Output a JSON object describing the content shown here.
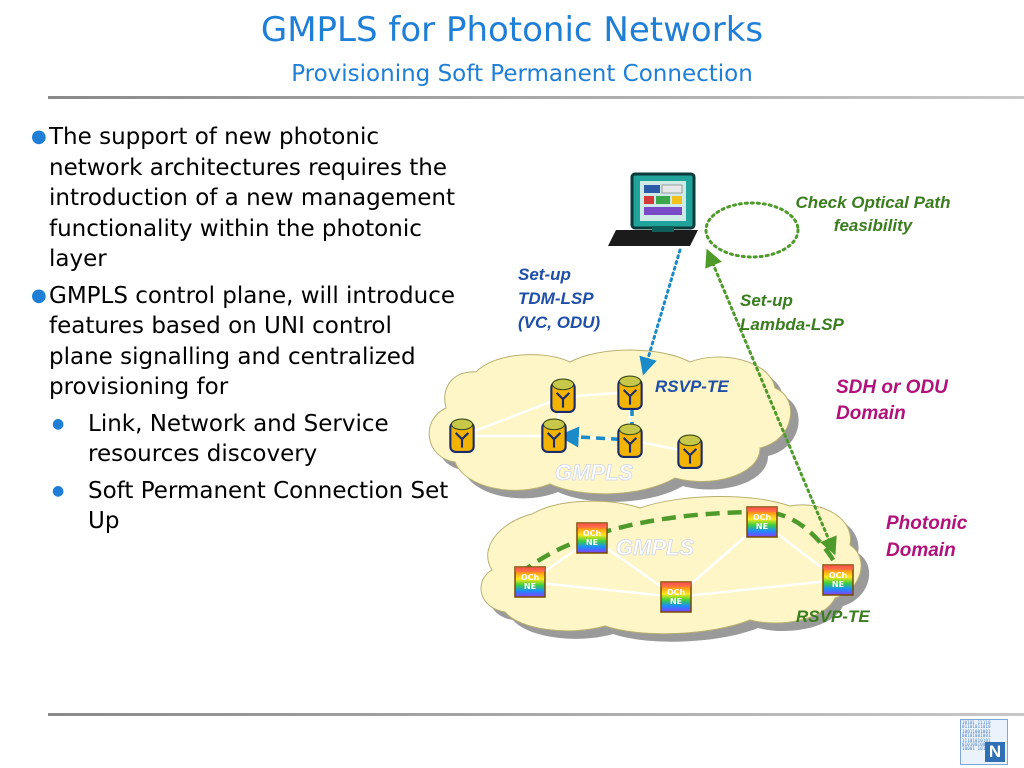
{
  "slide": {
    "title": "GMPLS for Photonic Networks",
    "subtitle": "Provisioning Soft Permanent Connection"
  },
  "bullets": [
    {
      "text": "The support of new photonic network architectures requires the introduction of a new management functionality within the photonic layer",
      "children": []
    },
    {
      "text": "GMPLS control plane, will introduce features based on UNI control plane signalling and centralized provisioning for",
      "children": [
        "Link, Network and Service resources discovery",
        "Soft Permanent Connection Set Up"
      ]
    }
  ],
  "diagram": {
    "check_label": [
      "Check Optical Path",
      "feasibility"
    ],
    "setup_tdm": [
      "Set-up",
      "TDM-LSP",
      "(VC, ODU)"
    ],
    "setup_lambda": [
      "Set-up",
      "Lambda-LSP"
    ],
    "rsvp_top": "RSVP-TE",
    "rsvp_bottom": "RSVP-TE",
    "sdh_domain": [
      "SDH or ODU",
      "Domain"
    ],
    "photonic_domain": [
      "Photonic",
      "Domain"
    ],
    "gmpls_top": "GMPLS",
    "gmpls_bottom": "GMPLS",
    "node_label": [
      "OCh",
      "NE"
    ]
  },
  "logo": {
    "bits": [
      "10101 11110",
      "01101011010",
      "10011001001",
      "00101001001",
      "11101010101",
      "01010010010",
      "10001 10101"
    ],
    "letter": "N"
  },
  "colors": {
    "accent": "#1f7fd6",
    "label_blue": "#1f4fa8",
    "label_green": "#3a7d1f",
    "label_magenta": "#b0127a",
    "cloud_fill": "#fff6c8"
  }
}
